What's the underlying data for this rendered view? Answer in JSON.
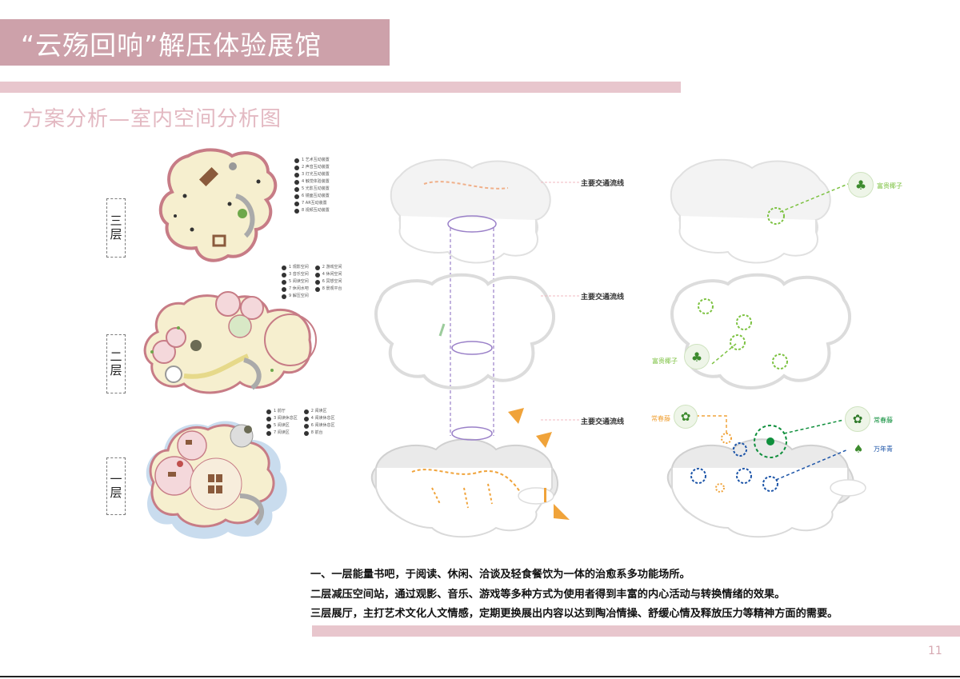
{
  "header": {
    "title": "“云殇回响”解压体验展馆",
    "subtitle": "方案分析—室内空间分析图"
  },
  "floors": [
    {
      "label": "三层"
    },
    {
      "label": "二层"
    },
    {
      "label": "一层"
    }
  ],
  "legend_third": [
    "1 艺术互动装置",
    "2 声音互动装置",
    "3 灯光互动装置",
    "4 触觉体验装置",
    "5 光影互动装置",
    "6 镜面互动装置",
    "7 AR互动装置",
    "8 视频互动装置"
  ],
  "legend_second": [
    "1 观影空间",
    "2 游戏空间",
    "3 音乐空间",
    "4 休闲空间",
    "5 阅读空间",
    "6 冥想空间",
    "7 休闲水吧",
    "8 景观平台",
    "9 解压空间"
  ],
  "legend_first": [
    "1 前厅",
    "2 阅读区",
    "3 阅读休息区",
    "4 阅读休息区",
    "5 阅读区",
    "6 阅读休息区",
    "7 阅读区",
    "8 前台"
  ],
  "flow_labels": [
    "主要交通流线",
    "主要交通流线",
    "主要交通流线"
  ],
  "plants": {
    "top": "富贵椰子",
    "mid": "富贵椰子",
    "low_left": "常春藤",
    "low_right": "常春藤",
    "low_blue": "万年青"
  },
  "colors": {
    "accent_pink": "#cda1aa",
    "green": "#7dc242",
    "orange": "#f0a33a",
    "blue": "#1d55a8",
    "purple": "#9a80c8"
  },
  "description": [
    "一、一层能量书吧，于阅读、休闲、洽谈及轻食餐饮为一体的治愈系多功能场所。",
    "二层减压空间站，通过观影、音乐、游戏等多种方式为使用者得到丰富的内心活动与转换情绪的效果。",
    "三层展厅，主打艺术文化人文情感，定期更换展出内容以达到陶冶情操、舒缓心情及释放压力等精神方面的需要。"
  ],
  "page_number": "11"
}
